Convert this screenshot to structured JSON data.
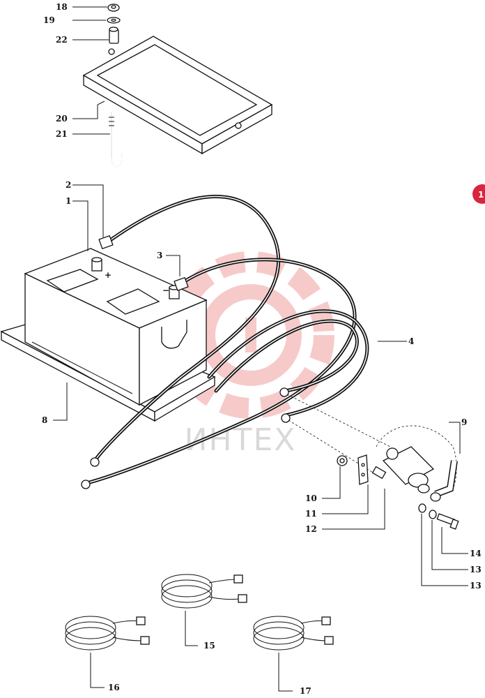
{
  "watermark": {
    "text": "ИНТЕХ",
    "color": "#f2a0a0"
  },
  "side_badge": {
    "text": "1",
    "color": "#d7263d"
  },
  "callouts": [
    {
      "id": "c18",
      "label": "18"
    },
    {
      "id": "c19",
      "label": "19"
    },
    {
      "id": "c22",
      "label": "22"
    },
    {
      "id": "c20",
      "label": "20"
    },
    {
      "id": "c21",
      "label": "21"
    },
    {
      "id": "c2",
      "label": "2"
    },
    {
      "id": "c1",
      "label": "1"
    },
    {
      "id": "c3",
      "label": "3"
    },
    {
      "id": "c4",
      "label": "4"
    },
    {
      "id": "c8",
      "label": "8"
    },
    {
      "id": "c9",
      "label": "9"
    },
    {
      "id": "c10",
      "label": "10"
    },
    {
      "id": "c11",
      "label": "11"
    },
    {
      "id": "c12",
      "label": "12"
    },
    {
      "id": "c14",
      "label": "14"
    },
    {
      "id": "c13a",
      "label": "13"
    },
    {
      "id": "c13b",
      "label": "13"
    },
    {
      "id": "c15",
      "label": "15"
    },
    {
      "id": "c16",
      "label": "16"
    },
    {
      "id": "c17",
      "label": "17"
    }
  ],
  "terminal_marks": {
    "positive": "+",
    "negative": "−"
  }
}
